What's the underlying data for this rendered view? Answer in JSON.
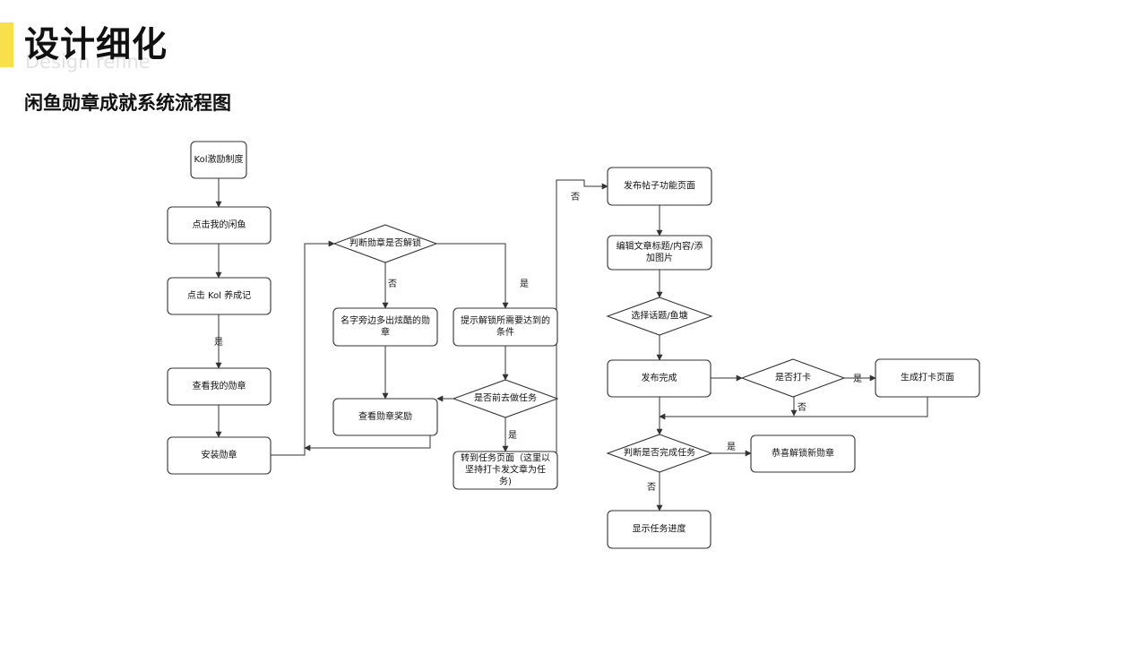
{
  "header": {
    "title": "设计细化",
    "title_en": "Design refine",
    "subtitle": "闲鱼勋章成就系统流程图"
  },
  "colors": {
    "accent": "#f7e04b",
    "stroke": "#333333"
  },
  "flowchart": {
    "nodes": [
      {
        "id": "kol",
        "shape": "rect",
        "lines": [
          "Kol激励制度"
        ]
      },
      {
        "id": "click_my",
        "shape": "rect",
        "lines": [
          "点击我的闲鱼"
        ]
      },
      {
        "id": "click_kol",
        "shape": "rect",
        "lines": [
          "点击 Kol 养成记"
        ]
      },
      {
        "id": "view_badge",
        "shape": "rect",
        "lines": [
          "查看我的勋章"
        ]
      },
      {
        "id": "install_badge",
        "shape": "rect",
        "lines": [
          "安装勋章"
        ]
      },
      {
        "id": "judge_unlock",
        "shape": "diamond",
        "lines": [
          "判断勋章是否解锁"
        ]
      },
      {
        "id": "name_badge",
        "shape": "rect",
        "lines": [
          "名字旁边多出炫酷的勋",
          "章"
        ]
      },
      {
        "id": "view_reward",
        "shape": "rect",
        "lines": [
          "查看勋章奖励"
        ]
      },
      {
        "id": "prompt_cond",
        "shape": "rect",
        "lines": [
          "提示解锁所需要达到的",
          "条件"
        ]
      },
      {
        "id": "go_task",
        "shape": "diamond",
        "lines": [
          "是否前去做任务"
        ]
      },
      {
        "id": "task_page",
        "shape": "rect",
        "lines": [
          "转到任务页面（这里以",
          "坚持打卡发文章为任",
          "务)"
        ]
      },
      {
        "id": "post_page",
        "shape": "rect",
        "lines": [
          "发布帖子功能页面"
        ]
      },
      {
        "id": "edit_article",
        "shape": "rect",
        "lines": [
          "编辑文章标题/内容/添",
          "加图片"
        ]
      },
      {
        "id": "select_topic",
        "shape": "diamond",
        "lines": [
          "选择话题/鱼塘"
        ]
      },
      {
        "id": "post_done",
        "shape": "rect",
        "lines": [
          "发布完成"
        ]
      },
      {
        "id": "checkin_q",
        "shape": "diamond",
        "lines": [
          "是否打卡"
        ]
      },
      {
        "id": "gen_checkin",
        "shape": "rect",
        "lines": [
          "生成打卡页面"
        ]
      },
      {
        "id": "judge_task",
        "shape": "diamond",
        "lines": [
          "判断是否完成任务"
        ]
      },
      {
        "id": "congrats",
        "shape": "rect",
        "lines": [
          "恭喜解锁新勋章"
        ]
      },
      {
        "id": "show_progress",
        "shape": "rect",
        "lines": [
          "显示任务进度"
        ]
      }
    ],
    "edge_labels": {
      "e_yes_view": "是",
      "e_no_name": "否",
      "e_yes_prompt": "是",
      "e_yes_task": "是",
      "e_no_post": "否",
      "e_yes_gen": "是",
      "e_no_merge": "否",
      "e_yes_congrats": "是",
      "e_no_progress": "否"
    }
  }
}
